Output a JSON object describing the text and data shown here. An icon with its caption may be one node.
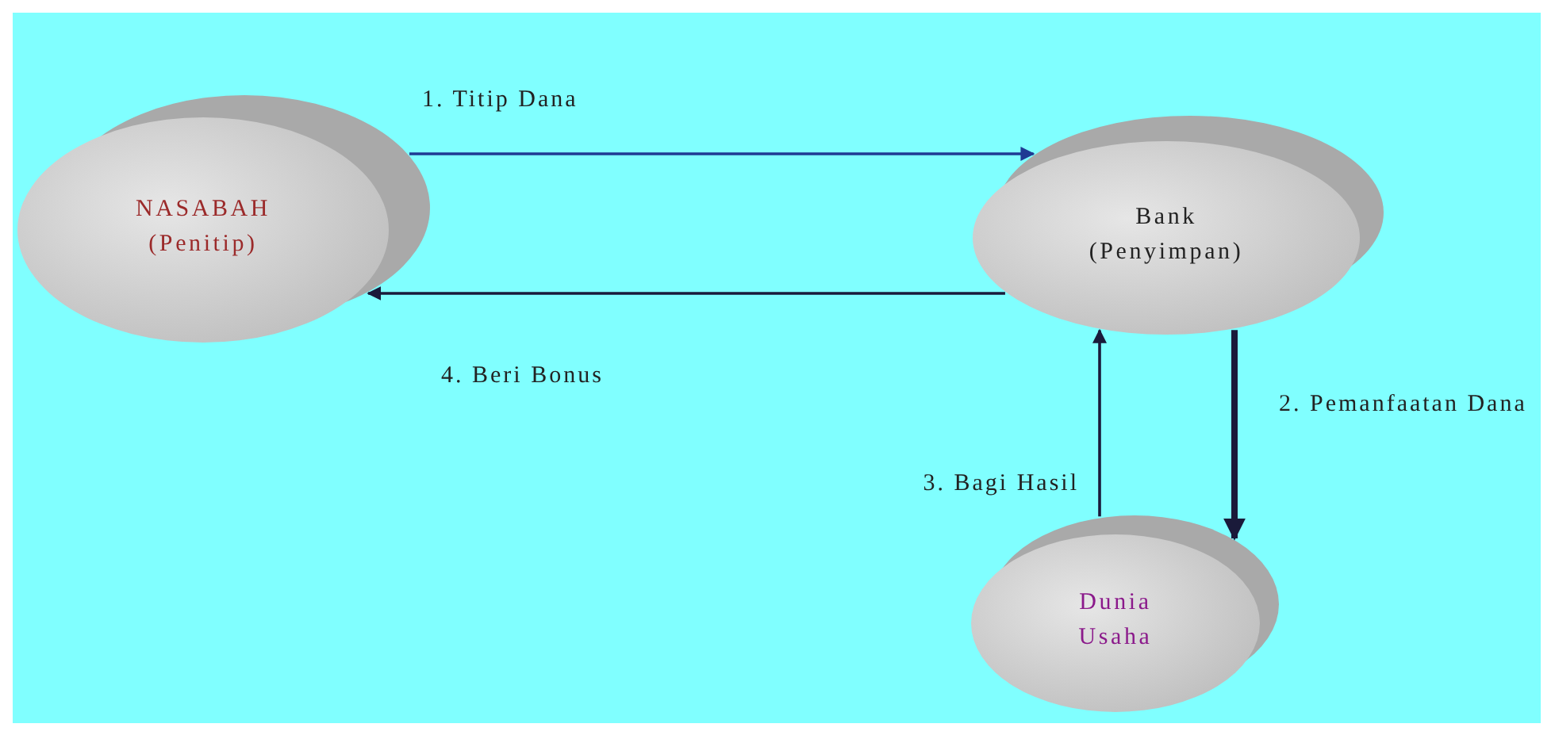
{
  "diagram": {
    "nodes": [
      {
        "text": [
          "NASABAH",
          "(Penitip)"
        ]
      },
      {
        "text": [
          "Bank",
          "(Penyimpan)"
        ]
      },
      {
        "text": [
          "Dunia Usaha"
        ]
      }
    ],
    "edges": [
      {
        "from": 0,
        "to": 1,
        "arrow": "to",
        "label": "1. Titip Dana",
        "color": "#1f3a93"
      },
      {
        "from": 1,
        "to": 0,
        "arrow": "to",
        "label": "4. Beri Bonus"
      },
      {
        "from": 1,
        "to": 2,
        "arrow": "to",
        "label": "2. Pemanfaatan Dana",
        "style": "thick"
      },
      {
        "from": 2,
        "to": 1,
        "arrow": "to",
        "label": "3. Bagi Hasil"
      }
    ]
  }
}
